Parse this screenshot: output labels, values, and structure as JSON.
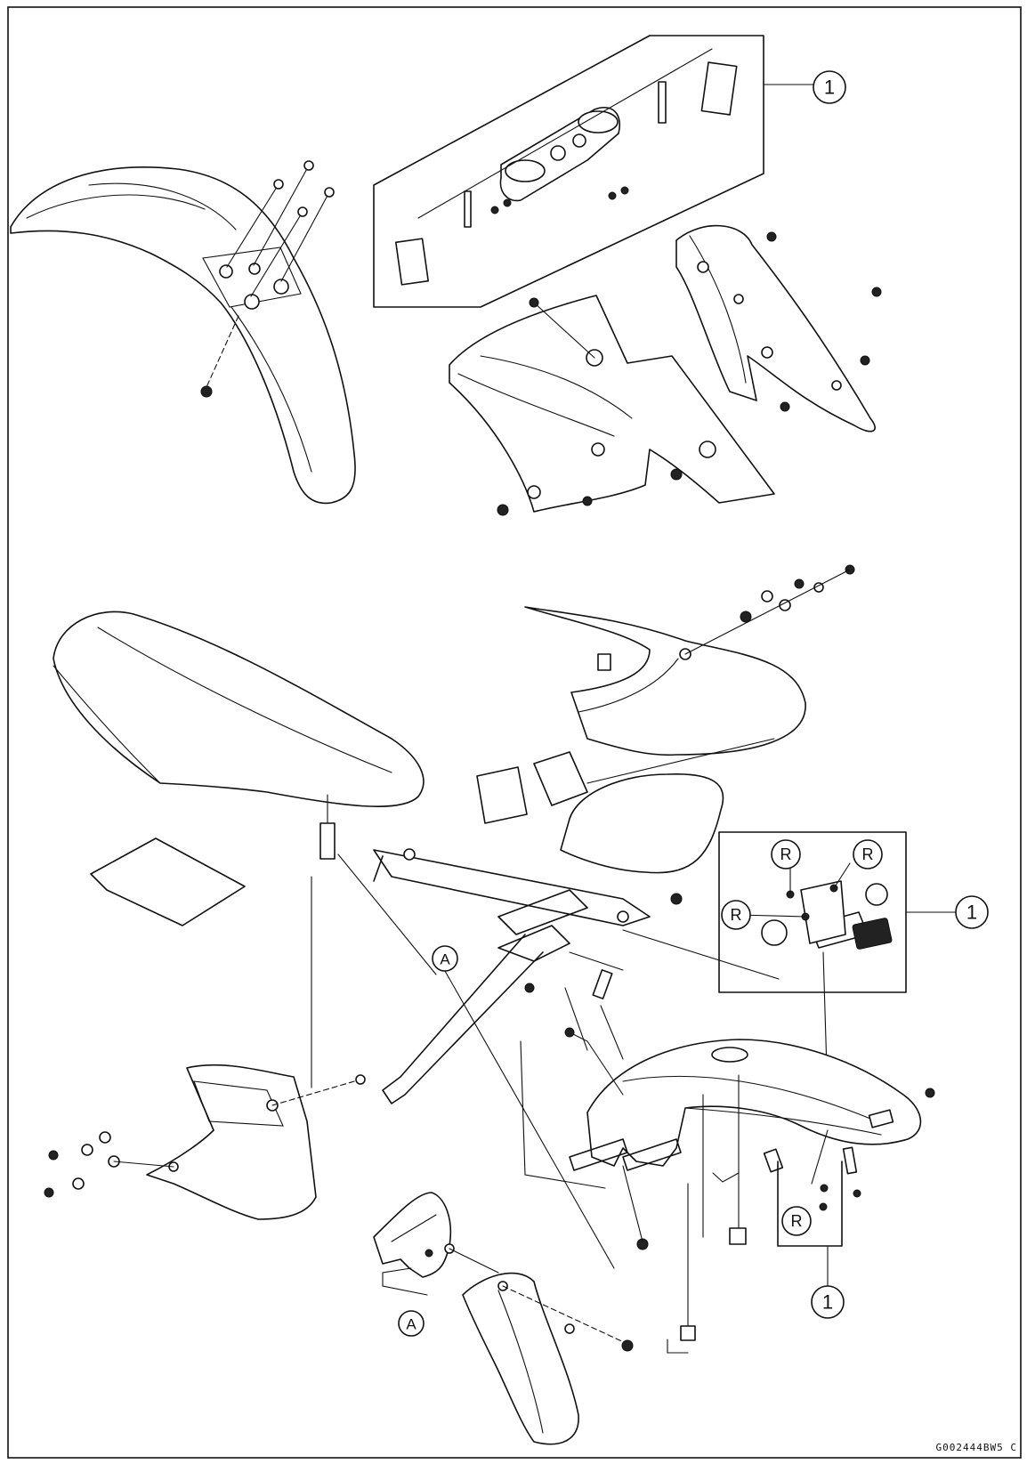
{
  "callouts": {
    "one": "1",
    "r": "R",
    "a": "A"
  },
  "figure_code": "G002444BW5 C"
}
